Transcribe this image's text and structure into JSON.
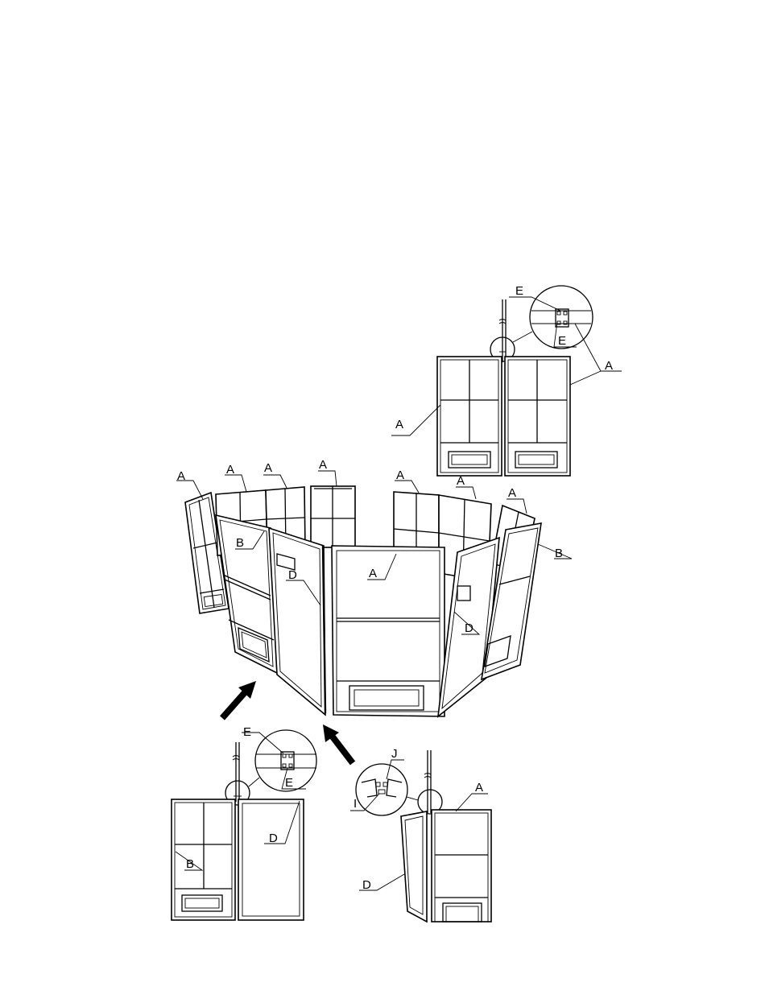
{
  "figure": {
    "labels": {
      "a": "A",
      "b": "B",
      "d": "D",
      "e": "E",
      "i": "I",
      "j": "J"
    }
  }
}
